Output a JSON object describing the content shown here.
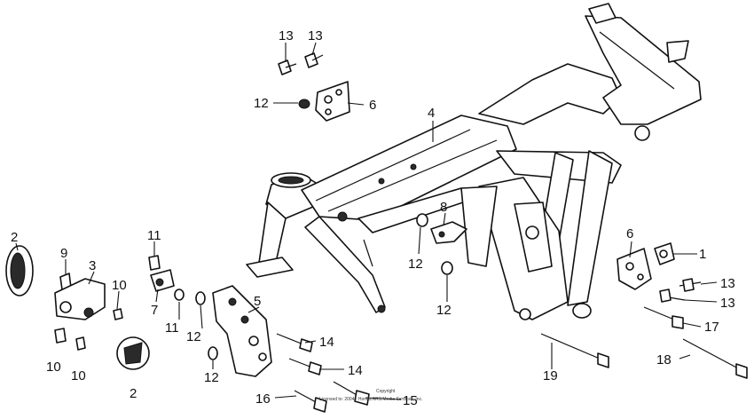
{
  "callouts": {
    "c1": "1",
    "c2a": "2",
    "c2b": "2",
    "c3": "3",
    "c4": "4",
    "c5": "5",
    "c6a": "6",
    "c6b": "6",
    "c7": "7",
    "c8": "8",
    "c9": "9",
    "c10a": "10",
    "c10b": "10",
    "c10c": "10",
    "c11a": "11",
    "c11b": "11",
    "c12a": "12",
    "c12b": "12",
    "c12c": "12",
    "c12d": "12",
    "c12e": "12",
    "c13a": "13",
    "c13b": "13",
    "c13c": "13",
    "c13d": "13",
    "c14a": "14",
    "c14b": "14",
    "c15": "15",
    "c16": "16",
    "c17": "17",
    "c18": "18",
    "c19": "19"
  },
  "copyright": {
    "line1": "Copyright",
    "line2": "Licensed to: 2004 - Honda ARS Media Services, Inc."
  }
}
